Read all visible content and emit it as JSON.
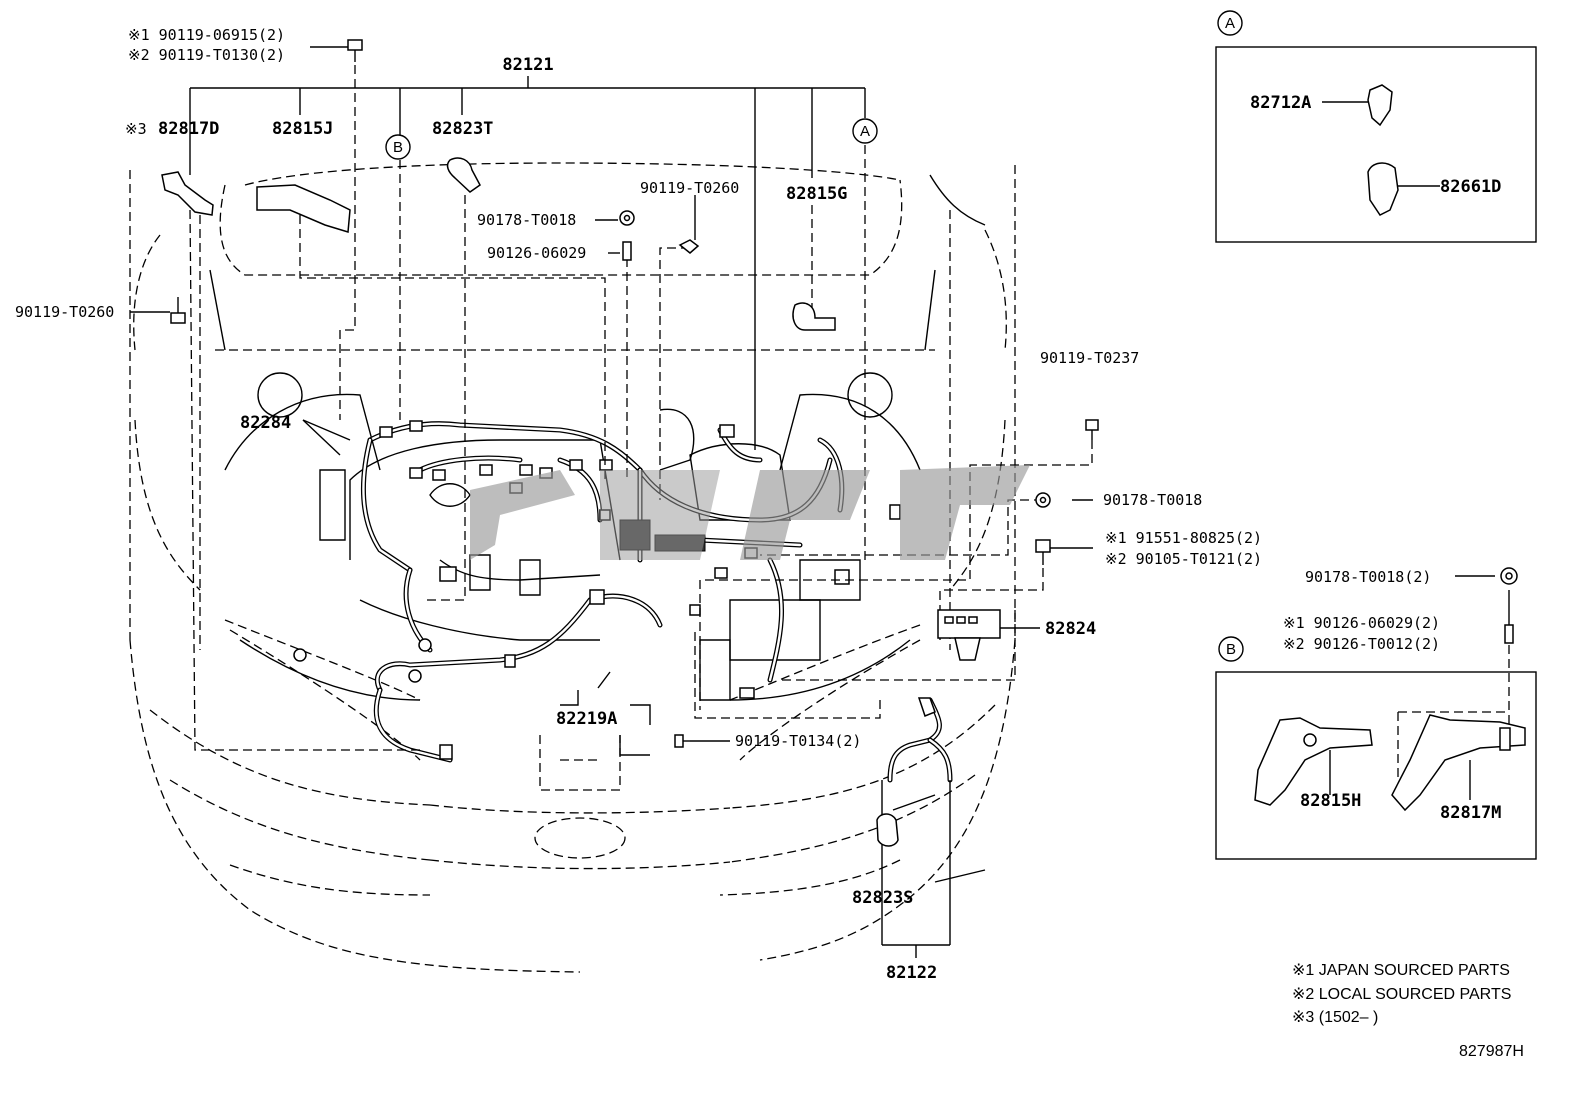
{
  "callouts": {
    "c82121": "82121",
    "c82122": "82122",
    "c82817D_mark": "※3",
    "c82817D": "82817D",
    "c82815J": "82815J",
    "c82823T": "82823T",
    "c82815G": "82815G",
    "c82284": "82284",
    "c82219A": "82219A",
    "c82824": "82824",
    "c82823S": "82823S",
    "bolt_top_1": "※1 90119-06915(2)",
    "bolt_top_2": "※2 90119-T0130(2)",
    "b_90119_T0260_left": "90119-T0260",
    "b_90119_T0260_mid": "90119-T0260",
    "b_90178_T0018_mid": "90178-T0018",
    "b_90126_06029_mid": "90126-06029",
    "b_90119_T0237": "90119-T0237",
    "b_90178_T0018_right": "90178-T0018",
    "b_91551": "※1  91551-80825(2)",
    "b_90105": "※2  90105-T0121(2)",
    "b_90119_T0134": "90119-T0134(2)",
    "b_90178_T0018_B": "90178-T0018(2)",
    "b_90126_06029_B": "※1 90126-06029(2)",
    "b_90126_T0012_B": "※2 90126-T0012(2)"
  },
  "box_a": {
    "label": "A",
    "c82712A": "82712A",
    "c82661D": "82661D"
  },
  "box_b": {
    "label": "B",
    "c82815H": "82815H",
    "c82817M": "82817M"
  },
  "markers": {
    "a_circle": "A",
    "b_circle": "B"
  },
  "notes": {
    "note1": "※1 JAPAN SOURCED PARTS",
    "note2": "※2 LOCAL SOURCED PARTS",
    "note3": "※3 (1502–      )",
    "figure_id": "827987H"
  }
}
